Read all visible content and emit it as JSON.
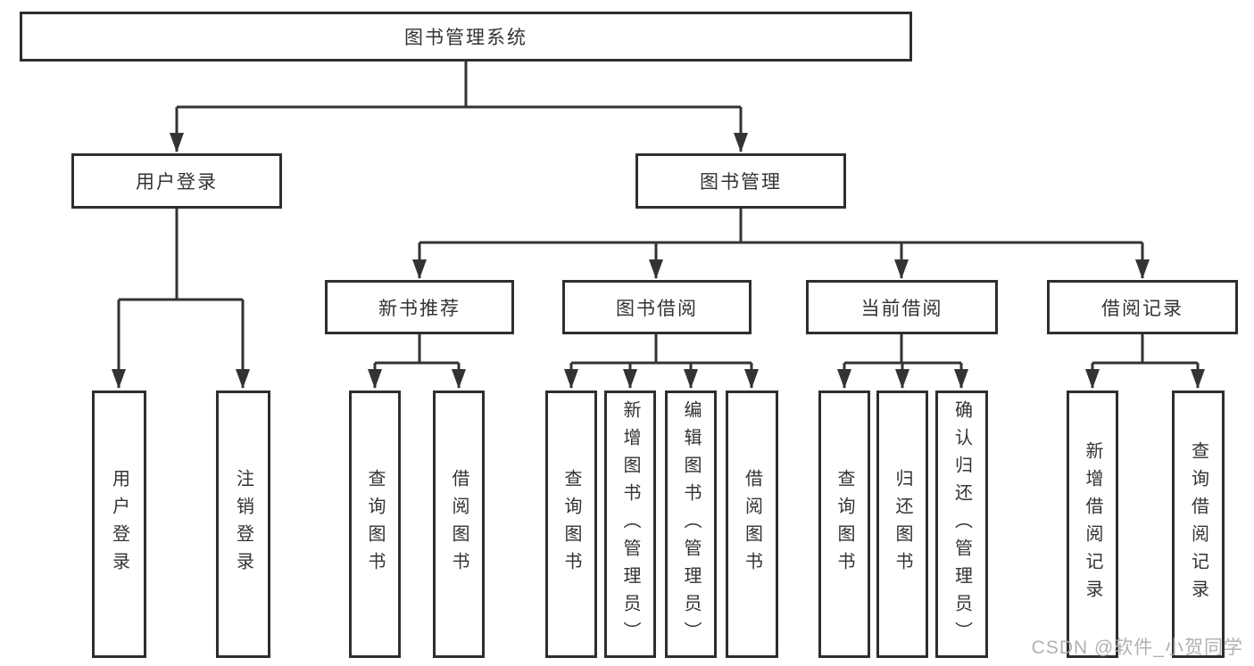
{
  "colors": {
    "line": "#333333",
    "box_border": "#2e2e2e",
    "text": "#333333",
    "watermark": "#a8a8a8",
    "background": "#ffffff"
  },
  "watermark": {
    "text": "CSDN @软件_小贺同学"
  },
  "tree": {
    "label": "图书管理系统",
    "children": [
      {
        "label": "用户登录",
        "children": [
          {
            "label": "用户登录"
          },
          {
            "label": "注销登录"
          }
        ]
      },
      {
        "label": "图书管理",
        "children": [
          {
            "label": "新书推荐",
            "children": [
              {
                "label": "查询图书"
              },
              {
                "label": "借阅图书"
              }
            ]
          },
          {
            "label": "图书借阅",
            "children": [
              {
                "label": "查询图书"
              },
              {
                "label": "新增图书（管理员）"
              },
              {
                "label": "编辑图书（管理员）"
              },
              {
                "label": "借阅图书"
              }
            ]
          },
          {
            "label": "当前借阅",
            "children": [
              {
                "label": "查询图书"
              },
              {
                "label": "归还图书"
              },
              {
                "label": "确认归还（管理员）"
              }
            ]
          },
          {
            "label": "借阅记录",
            "children": [
              {
                "label": "新增借阅记录"
              },
              {
                "label": "查询借阅记录"
              }
            ]
          }
        ]
      }
    ]
  }
}
